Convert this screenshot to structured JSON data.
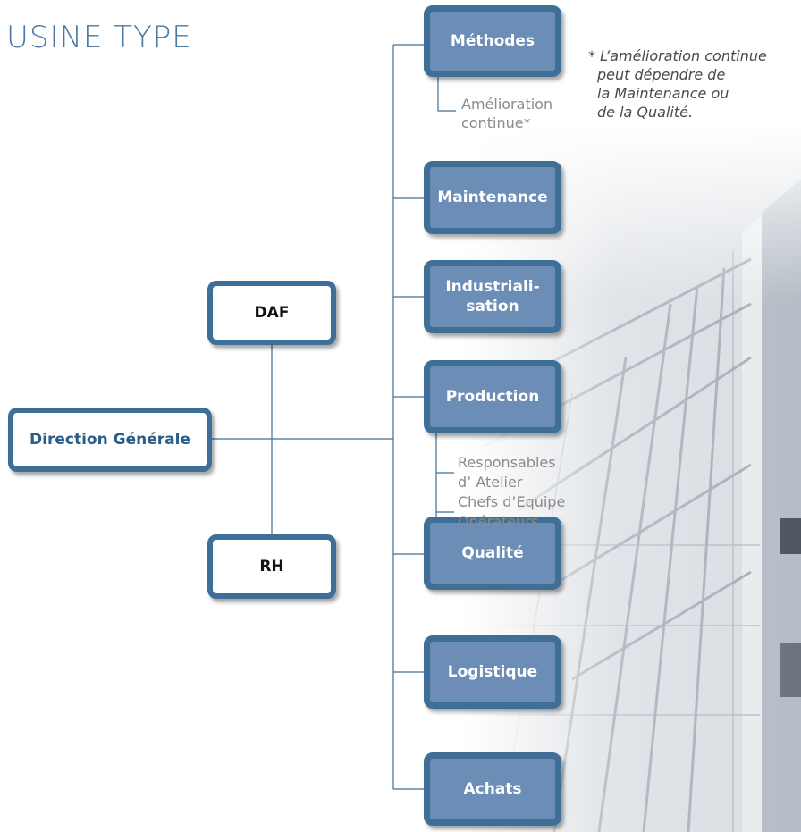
{
  "title": "USINE TYPE",
  "note": {
    "line1": "* L’amélioration continue",
    "line2": "peut dépendre de",
    "line3": "la Maintenance ou",
    "line4": "de la Qualité."
  },
  "left_boxes": {
    "direction": "Direction Générale",
    "daf": "DAF",
    "rh": "RH"
  },
  "departments": {
    "methodes": "Méthodes",
    "maintenance": "Maintenance",
    "industrialisation_l1": "Industriali-",
    "industrialisation_l2": "sation",
    "production": "Production",
    "qualite": "Qualité",
    "logistique": "Logistique",
    "achats": "Achats"
  },
  "sub_methodes": {
    "l1": "Amélioration",
    "l2": "continue*"
  },
  "sub_production": {
    "l1": "Responsables",
    "l2": "d’ Atelier",
    "l3": "Chefs d’Equipe",
    "l4": "Opérateurs"
  },
  "colors": {
    "box_blue": "#6b8db6",
    "border_blue": "#3f6f97",
    "title_blue": "#4b79a3"
  }
}
